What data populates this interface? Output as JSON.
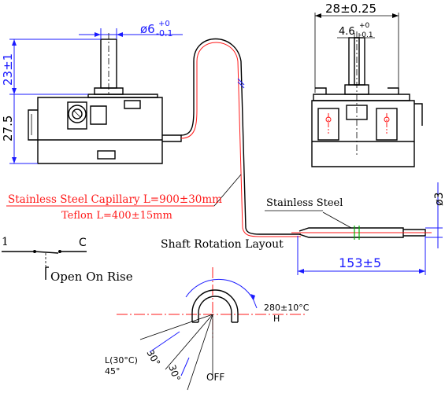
{
  "dimensions": {
    "shaft_diameter": "ø6",
    "shaft_tol_upper": "+0",
    "shaft_tol_lower": "-0.1",
    "shaft_height": "23±1",
    "body_height": "27.5",
    "mount_width": "28±0.25",
    "flat_width": "4.6",
    "flat_tol_upper": "+0",
    "flat_tol_lower": "-0.1",
    "bulb_diameter": "ø3",
    "bulb_length": "153±5"
  },
  "labels": {
    "capillary": "Stainless Steel Capillary L=900±30mm",
    "teflon": "Teflon L=400±15mm",
    "stainless": "Stainless Steel",
    "shaft_layout": "Shaft Rotation Layout",
    "switch_left": "1",
    "switch_right": "C",
    "open_on_rise": "Open On Rise",
    "high_setting": "280±10°C",
    "high_letter": "H",
    "low_setting": "L(30°C)",
    "low_angle": "45°",
    "angle_a": "30°",
    "angle_b": "30°",
    "off": "OFF"
  },
  "colors": {
    "dimension": "#1a1aff",
    "capillary": "#ff1a1a",
    "outline": "#000000"
  }
}
